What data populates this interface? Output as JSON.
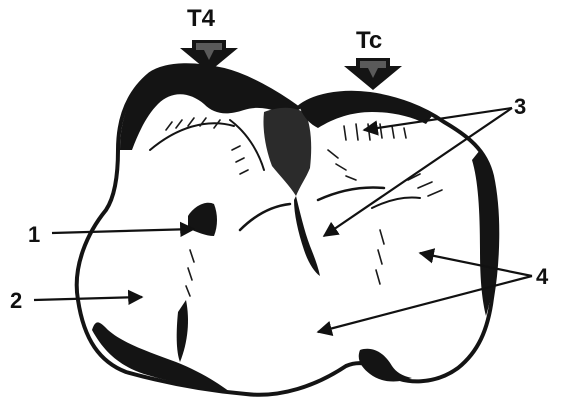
{
  "diagram": {
    "labels": {
      "force_left": "T4",
      "force_right": "Tc",
      "label_1": "1",
      "label_2": "2",
      "label_3": "3",
      "label_4": "4"
    },
    "colors": {
      "ink": "#141414",
      "shade": "#3a3a3a",
      "background": "#ffffff"
    }
  }
}
